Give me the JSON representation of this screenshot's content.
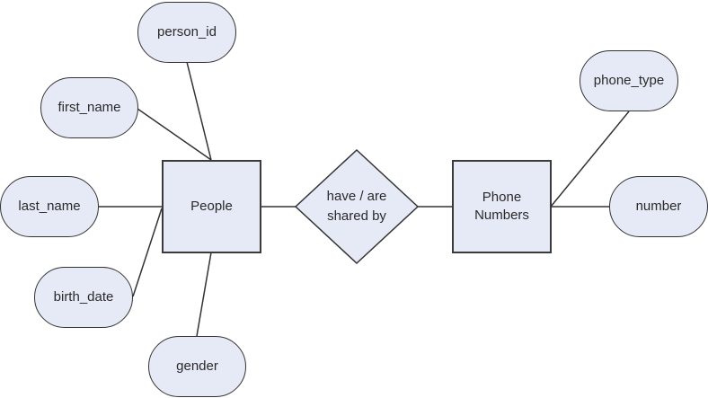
{
  "diagram": {
    "type": "entity-relationship",
    "colors": {
      "fill": "#e6eaf6",
      "stroke": "#333333",
      "text": "#2a2a2a",
      "background": "#ffffff"
    },
    "entities": [
      {
        "id": "people",
        "label": "People"
      },
      {
        "id": "phone_numbers",
        "label": "Phone Numbers",
        "lines": [
          "Phone",
          "Numbers"
        ]
      }
    ],
    "relationship": {
      "id": "have_shared",
      "label": "have / are shared by",
      "lines": [
        "have / are",
        "shared by"
      ]
    },
    "attributes": {
      "person_id": "person_id",
      "first_name": "first_name",
      "last_name": "last_name",
      "birth_date": "birth_date",
      "gender": "gender",
      "phone_type": "phone_type",
      "number": "number"
    },
    "edges": [
      [
        "person_id",
        "people"
      ],
      [
        "first_name",
        "people"
      ],
      [
        "last_name",
        "people"
      ],
      [
        "birth_date",
        "people"
      ],
      [
        "gender",
        "people"
      ],
      [
        "people",
        "have_shared"
      ],
      [
        "have_shared",
        "phone_numbers"
      ],
      [
        "phone_type",
        "phone_numbers"
      ],
      [
        "number",
        "phone_numbers"
      ]
    ]
  }
}
